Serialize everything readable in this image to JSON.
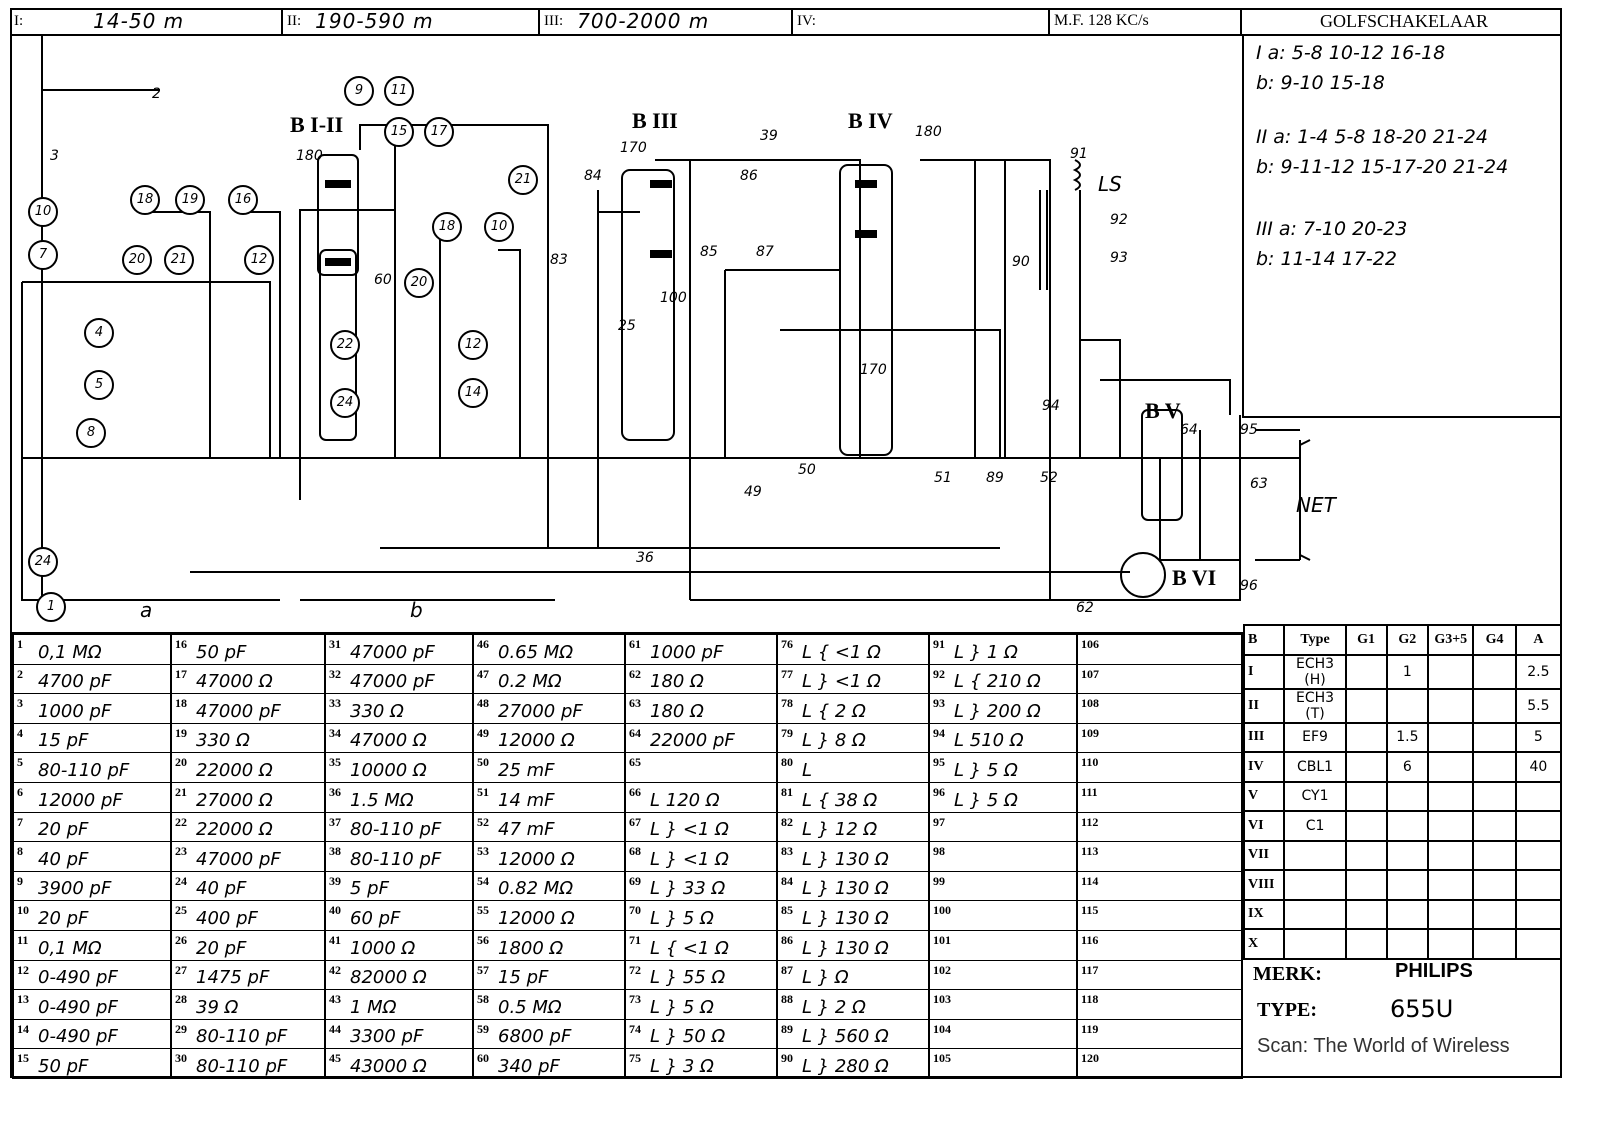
{
  "header": {
    "bands": [
      {
        "label": "I:",
        "range": "14-50 m"
      },
      {
        "label": "II:",
        "range": "190-590 m"
      },
      {
        "label": "III:",
        "range": "700-2000 m"
      },
      {
        "label": "IV:",
        "range": ""
      }
    ],
    "mf": "M.F. 128 KC/s",
    "switch_title": "GOLFSCHAKELAAR"
  },
  "golfschakelaar": [
    "I a: 5-8  10-12  16-18",
    "   b: 9-10  15-18",
    "II a: 1-4  5-8  18-20  21-24",
    "   b: 9-11-12  15-17-20  21-24",
    "III a: 7-10  20-23",
    "   b: 11-14  17-22"
  ],
  "schematic": {
    "tubes": [
      "B I-II",
      "B III",
      "B IV",
      "B V",
      "B VI"
    ],
    "labels": [
      "LS",
      "NET",
      "a",
      "b"
    ],
    "nodes": [
      "9",
      "11",
      "15",
      "17",
      "18",
      "19",
      "16",
      "21",
      "10",
      "7",
      "20",
      "21",
      "12",
      "4",
      "5",
      "8",
      "22",
      "24",
      "20",
      "12",
      "14",
      "18",
      "10",
      "24",
      "1"
    ],
    "parts": [
      "180",
      "170",
      "180",
      "39",
      "100",
      "25",
      "60",
      "170",
      "3",
      "2",
      "36",
      "49",
      "50",
      "51",
      "52",
      "89",
      "94",
      "95",
      "96",
      "63",
      "64",
      "62",
      "83",
      "84",
      "85",
      "86",
      "87",
      "90",
      "91",
      "92",
      "93"
    ]
  },
  "components": [
    [
      "1",
      "0,1 MΩ"
    ],
    [
      "2",
      "4700 pF"
    ],
    [
      "3",
      "1000 pF"
    ],
    [
      "4",
      "15 pF"
    ],
    [
      "5",
      "80-110 pF"
    ],
    [
      "6",
      "12000 pF"
    ],
    [
      "7",
      "20 pF"
    ],
    [
      "8",
      "40 pF"
    ],
    [
      "9",
      "3900 pF"
    ],
    [
      "10",
      "20 pF"
    ],
    [
      "11",
      "0,1 MΩ"
    ],
    [
      "12",
      "0-490 pF"
    ],
    [
      "13",
      "0-490 pF"
    ],
    [
      "14",
      "0-490 pF"
    ],
    [
      "15",
      "50 pF"
    ],
    [
      "16",
      "50 pF"
    ],
    [
      "17",
      "47000 Ω"
    ],
    [
      "18",
      "47000 pF"
    ],
    [
      "19",
      "330 Ω"
    ],
    [
      "20",
      "22000 Ω"
    ],
    [
      "21",
      "27000 Ω"
    ],
    [
      "22",
      "22000 Ω"
    ],
    [
      "23",
      "47000 pF"
    ],
    [
      "24",
      "40 pF"
    ],
    [
      "25",
      "400 pF"
    ],
    [
      "26",
      "20 pF"
    ],
    [
      "27",
      "1475 pF"
    ],
    [
      "28",
      "39 Ω"
    ],
    [
      "29",
      "80-110 pF"
    ],
    [
      "30",
      "80-110 pF"
    ],
    [
      "31",
      "47000 pF"
    ],
    [
      "32",
      "47000 pF"
    ],
    [
      "33",
      "330 Ω"
    ],
    [
      "34",
      "47000 Ω"
    ],
    [
      "35",
      "10000 Ω"
    ],
    [
      "36",
      "1.5 MΩ"
    ],
    [
      "37",
      "80-110 pF"
    ],
    [
      "38",
      "80-110 pF"
    ],
    [
      "39",
      "5 pF"
    ],
    [
      "40",
      "60 pF"
    ],
    [
      "41",
      "1000 Ω"
    ],
    [
      "42",
      "82000 Ω"
    ],
    [
      "43",
      "1 MΩ"
    ],
    [
      "44",
      "3300 pF"
    ],
    [
      "45",
      "43000 Ω"
    ],
    [
      "46",
      "0.65 MΩ"
    ],
    [
      "47",
      "0.2 MΩ"
    ],
    [
      "48",
      "27000 pF"
    ],
    [
      "49",
      "12000 Ω"
    ],
    [
      "50",
      "25 mF"
    ],
    [
      "51",
      "14 mF"
    ],
    [
      "52",
      "47 mF"
    ],
    [
      "53",
      "12000 Ω"
    ],
    [
      "54",
      "0.82 MΩ"
    ],
    [
      "55",
      "12000 Ω"
    ],
    [
      "56",
      "1800 Ω"
    ],
    [
      "57",
      "15 pF"
    ],
    [
      "58",
      "0.5 MΩ"
    ],
    [
      "59",
      "6800 pF"
    ],
    [
      "60",
      "340 pF"
    ],
    [
      "61",
      "1000 pF"
    ],
    [
      "62",
      "180 Ω"
    ],
    [
      "63",
      "180 Ω"
    ],
    [
      "64",
      "22000 pF"
    ],
    [
      "65",
      ""
    ],
    [
      "66",
      "L    120 Ω"
    ],
    [
      "67",
      "L } <1 Ω"
    ],
    [
      "68",
      "L } <1 Ω"
    ],
    [
      "69",
      "L } 33 Ω"
    ],
    [
      "70",
      "L } 5 Ω"
    ],
    [
      "71",
      "L { <1 Ω"
    ],
    [
      "72",
      "L } 55 Ω"
    ],
    [
      "73",
      "L } 5 Ω"
    ],
    [
      "74",
      "L } 50 Ω"
    ],
    [
      "75",
      "L } 3 Ω"
    ],
    [
      "76",
      "L { <1 Ω"
    ],
    [
      "77",
      "L } <1 Ω"
    ],
    [
      "78",
      "L { 2 Ω"
    ],
    [
      "79",
      "L } 8 Ω"
    ],
    [
      "80",
      "L"
    ],
    [
      "81",
      "L { 38 Ω"
    ],
    [
      "82",
      "L } 12 Ω"
    ],
    [
      "83",
      "L } 130 Ω"
    ],
    [
      "84",
      "L } 130 Ω"
    ],
    [
      "85",
      "L } 130 Ω"
    ],
    [
      "86",
      "L } 130 Ω"
    ],
    [
      "87",
      "L }    Ω"
    ],
    [
      "88",
      "L } 2 Ω"
    ],
    [
      "89",
      "L } 560 Ω"
    ],
    [
      "90",
      "L } 280 Ω"
    ],
    [
      "91",
      "L } 1 Ω"
    ],
    [
      "92",
      "L { 210 Ω"
    ],
    [
      "93",
      "L } 200 Ω"
    ],
    [
      "94",
      "L   510 Ω"
    ],
    [
      "95",
      "L } 5 Ω"
    ],
    [
      "96",
      "L } 5 Ω"
    ],
    [
      "97",
      ""
    ],
    [
      "98",
      ""
    ],
    [
      "99",
      ""
    ],
    [
      "100",
      ""
    ],
    [
      "101",
      ""
    ],
    [
      "102",
      ""
    ],
    [
      "103",
      ""
    ],
    [
      "104",
      ""
    ],
    [
      "105",
      ""
    ],
    [
      "106",
      ""
    ],
    [
      "107",
      ""
    ],
    [
      "108",
      ""
    ],
    [
      "109",
      ""
    ],
    [
      "110",
      ""
    ],
    [
      "111",
      ""
    ],
    [
      "112",
      ""
    ],
    [
      "113",
      ""
    ],
    [
      "114",
      ""
    ],
    [
      "115",
      ""
    ],
    [
      "116",
      ""
    ],
    [
      "117",
      ""
    ],
    [
      "118",
      ""
    ],
    [
      "119",
      ""
    ],
    [
      "120",
      ""
    ]
  ],
  "tubes": {
    "headers": [
      "B",
      "Type",
      "G1",
      "G2",
      "G3+5",
      "G4",
      "A"
    ],
    "rows": [
      [
        "I",
        "ECH3 (H)",
        "",
        "1",
        "",
        "",
        "2.5"
      ],
      [
        "II",
        "ECH3 (T)",
        "",
        "",
        "",
        "",
        "5.5"
      ],
      [
        "III",
        "EF9",
        "",
        "1.5",
        "",
        "",
        "5"
      ],
      [
        "IV",
        "CBL1",
        "",
        "6",
        "",
        "",
        "40"
      ],
      [
        "V",
        "CY1",
        "",
        "",
        "",
        "",
        ""
      ],
      [
        "VI",
        "C1",
        "",
        "",
        "",
        "",
        ""
      ],
      [
        "VII",
        "",
        "",
        "",
        "",
        "",
        ""
      ],
      [
        "VIII",
        "",
        "",
        "",
        "",
        "",
        ""
      ],
      [
        "IX",
        "",
        "",
        "",
        "",
        "",
        ""
      ],
      [
        "X",
        "",
        "",
        "",
        "",
        "",
        ""
      ]
    ]
  },
  "nameplate": {
    "merk_label": "MERK:",
    "merk": "PHILIPS",
    "type_label": "TYPE:",
    "type": "655U",
    "scan": "Scan: The World of Wireless"
  }
}
